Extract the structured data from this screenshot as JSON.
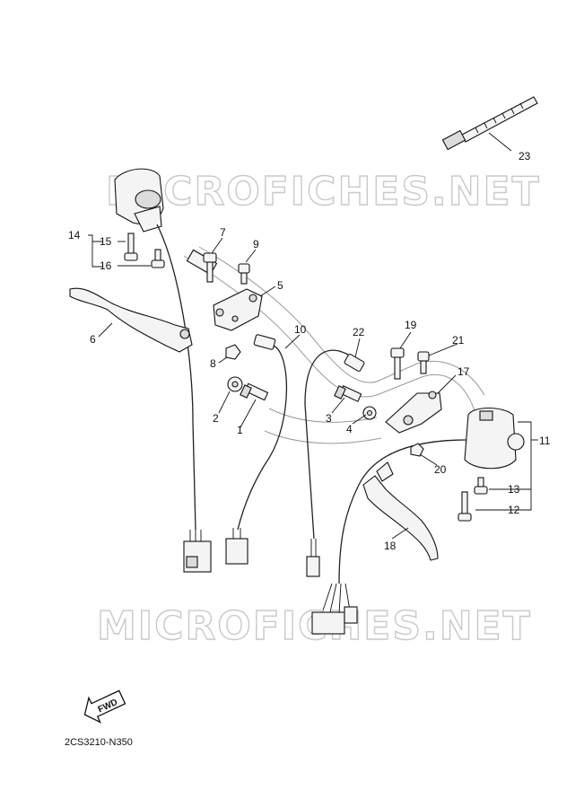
{
  "watermark": "MICROFICHES.NET",
  "diagram_code": "2CS3210-N350",
  "fwd_label": "FWD",
  "callouts": [
    "1",
    "2",
    "3",
    "4",
    "5",
    "6",
    "7",
    "8",
    "9",
    "10",
    "11",
    "12",
    "13",
    "14",
    "15",
    "16",
    "17",
    "18",
    "19",
    "20",
    "21",
    "22",
    "23"
  ]
}
